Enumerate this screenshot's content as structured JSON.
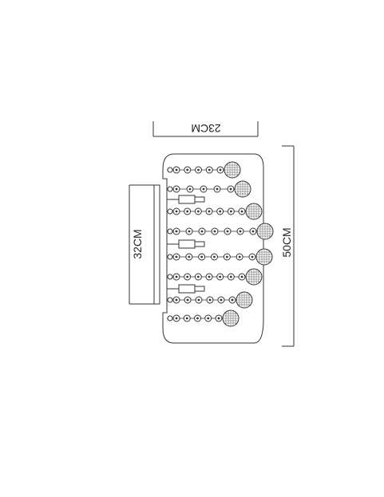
{
  "dimensions": {
    "width_label": "23CM",
    "height_label": "50CM",
    "backplate_label": "32CM"
  },
  "fixture": {
    "strand_count": 8,
    "bulb_count": 3,
    "crystal_ball_count": 8
  },
  "colors": {
    "line": "#333333",
    "background": "#ffffff"
  }
}
